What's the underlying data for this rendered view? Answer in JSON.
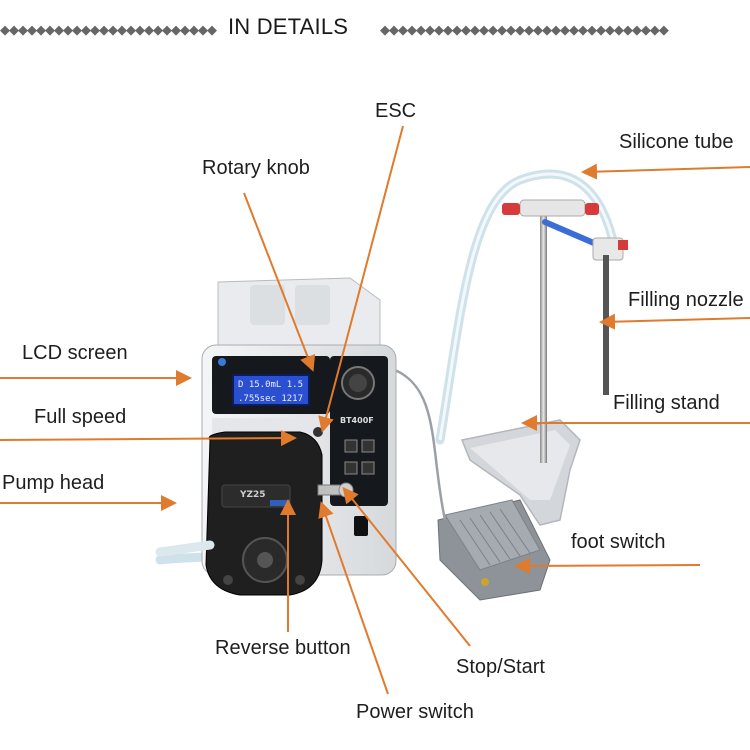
{
  "header": {
    "title": "IN DETAILS",
    "decor_left": "◆◆◆◆◆◆◆◆◆◆◆◆◆◆◆◆◆◆◆◆◆◆◆◆",
    "decor_right": "◆◆◆◆◆◆◆◆◆◆◆◆◆◆◆◆◆◆◆◆◆◆◆◆◆◆◆◆◆◆◆◆"
  },
  "labels": {
    "esc": "ESC",
    "silicone_tube": "Silicone tube",
    "rotary_knob": "Rotary knob",
    "filling_nozzle": "Filling nozzle",
    "lcd_screen": "LCD screen",
    "full_speed": "Full speed",
    "filling_stand": "Filling stand",
    "pump_head": "Pump head",
    "foot_switch": "foot switch",
    "reverse_button": "Reverse button",
    "stop_start": "Stop/Start",
    "power_switch": "Power switch"
  },
  "device": {
    "lcd_line1": "D 15.0mL  1.5",
    "lcd_line2": ".755sec  1217",
    "model": "BT400F",
    "pump_head_model": "YZ25"
  },
  "colors": {
    "arrow": "#e07a2c",
    "lcd_bg": "#2a4fd0",
    "pump_black": "#1c1c1c",
    "body_white": "#eef0f2",
    "stand_gray": "#c9ccd0",
    "tube": "#d8e8f0"
  }
}
